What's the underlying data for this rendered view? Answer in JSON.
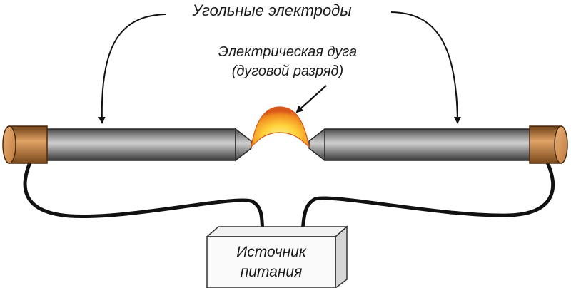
{
  "labels": {
    "electrodes": "Угольные электроды",
    "arc_line1": "Электрическая дуга",
    "arc_line2": "(дуговой разряд)",
    "source_line1": "Источник",
    "source_line2": "питания"
  },
  "colors": {
    "rod_dark": "#3d3d3d",
    "rod_light": "#c4c4c4",
    "cap_dark": "#7a4a1c",
    "cap_light": "#d9975a",
    "arc_core": "#ffdf3c",
    "arc_edge": "#e8701a",
    "wire": "#111111"
  }
}
